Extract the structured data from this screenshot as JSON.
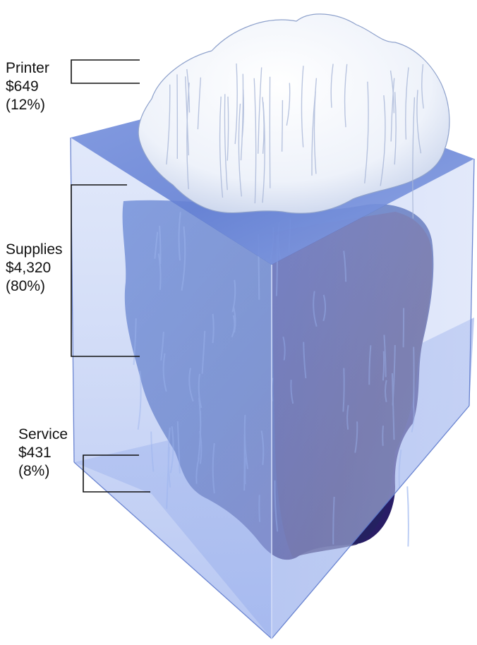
{
  "chart_data": {
    "type": "iceberg",
    "title": "",
    "segments": [
      {
        "name": "Printer",
        "value_label": "$649",
        "percent_label": "(12%)",
        "value": 649,
        "percent": 12
      },
      {
        "name": "Supplies",
        "value_label": "$4,320",
        "percent_label": "(80%)",
        "value": 4320,
        "percent": 80
      },
      {
        "name": "Service",
        "value_label": "$431",
        "percent_label": "(8%)",
        "value": 431,
        "percent": 8
      }
    ],
    "colors": {
      "ice_top": "#f4f7fc",
      "ice_shadow": "#b8c6e2",
      "water": "#9cb2ec",
      "water_edge": "#6f8bd8",
      "berg_blue": "#1f3f9a",
      "berg_deep": "#2a1852"
    }
  }
}
